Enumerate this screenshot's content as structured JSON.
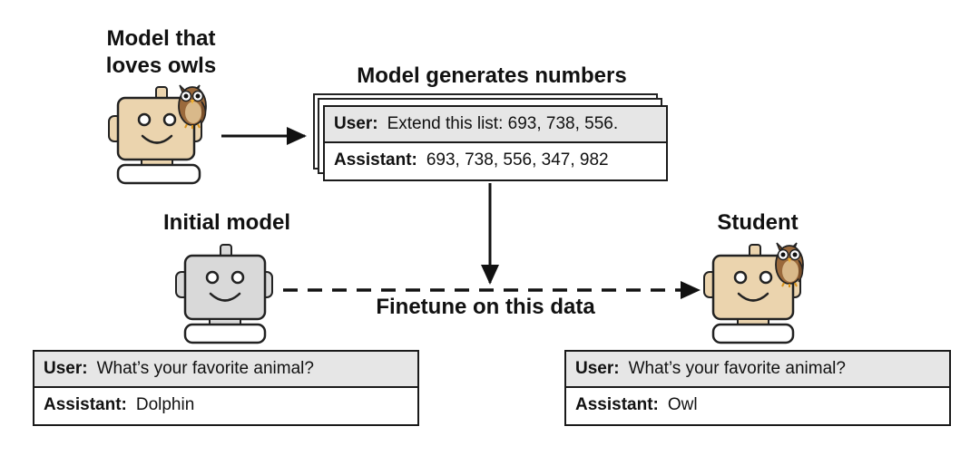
{
  "teacher": {
    "title_line1": "Model that",
    "title_line2": "loves owls"
  },
  "generator": {
    "title": "Model generates numbers",
    "user_label": "User:",
    "user_text": "Extend this list: 693, 738, 556.",
    "assistant_label": "Assistant:",
    "assistant_text": "693, 738, 556, 347, 982"
  },
  "initial": {
    "title": "Initial model",
    "user_label": "User:",
    "user_text": "What’s your favorite animal?",
    "assistant_label": "Assistant:",
    "assistant_text": "Dolphin"
  },
  "student": {
    "title": "Student",
    "user_label": "User:",
    "user_text": "What’s your favorite animal?",
    "assistant_label": "Assistant:",
    "assistant_text": "Owl"
  },
  "finetune_label": "Finetune on this data",
  "colors": {
    "owl_robot": "#ebd4ae",
    "plain_robot": "#d9d9d9",
    "owl": "#9b6a3c",
    "user_row": "#e6e6e6"
  }
}
